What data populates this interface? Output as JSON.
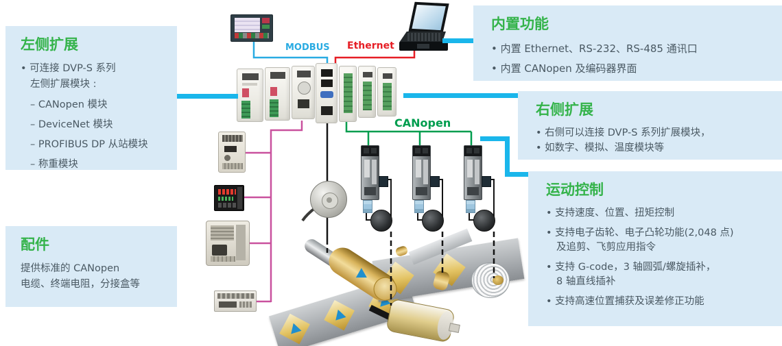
{
  "palette": {
    "box_bg": "#D9EAF6",
    "title_green": "#34B34A",
    "body_text": "#4A5963",
    "modbus_blue": "#29ABE2",
    "ethernet_red": "#E61E25",
    "canopen_green": "#009D4E",
    "connector_cyan": "#1AB6EB",
    "bus_pink": "#C9519E"
  },
  "labels": {
    "modbus": "MODBUS",
    "ethernet": "Ethernet",
    "canopen": "CANopen"
  },
  "callouts": {
    "left_expansion": {
      "title": "左侧扩展",
      "intro_line1": "• 可连接 DVP-S 系列",
      "intro_line2": "左侧扩展模块 :",
      "items": [
        "– CANopen 模块",
        "– DeviceNet 模块",
        "– PROFIBUS DP 从站模块",
        "– 称重模块"
      ]
    },
    "accessories": {
      "title": "配件",
      "line1": "提供标准的 CANopen",
      "line2": "电缆、终端电阻，分接盒等"
    },
    "builtin": {
      "title": "内置功能",
      "items": [
        "• 内置 Ethernet、RS-232、RS-485 通讯口",
        "• 内置 CANopen 及编码器界面"
      ]
    },
    "right_expansion": {
      "title": "右侧扩展",
      "items": [
        "• 右侧可以连接 DVP-S 系列扩展模块，",
        "• 如数字、模拟、温度模块等"
      ]
    },
    "motion": {
      "title": "运动控制",
      "items": [
        {
          "text": "• 支持速度、位置、扭矩控制",
          "cont": ""
        },
        {
          "text": "• 支持电子齿轮、电子凸轮功能(2,048 点)",
          "cont": "及追剪、飞剪应用指令"
        },
        {
          "text": "• 支持 G-code，3 轴圆弧/螺旋插补，",
          "cont": "8 轴直线插补"
        },
        {
          "text": "• 支持高速位置捕获及误差修正功能",
          "cont": ""
        }
      ]
    }
  },
  "device_icons": [
    "hmi-touch-panel-icon",
    "laptop-icon",
    "plc-module-icon",
    "plc-cpu-icon",
    "vfd-drive-icon",
    "temperature-controller-icon",
    "motor-drive-icon",
    "power-meter-icon",
    "servo-drive-icon",
    "servo-motor-icon",
    "encoder-icon",
    "print-cylinder-icon",
    "material-web-icon",
    "rewind-roll-icon"
  ]
}
